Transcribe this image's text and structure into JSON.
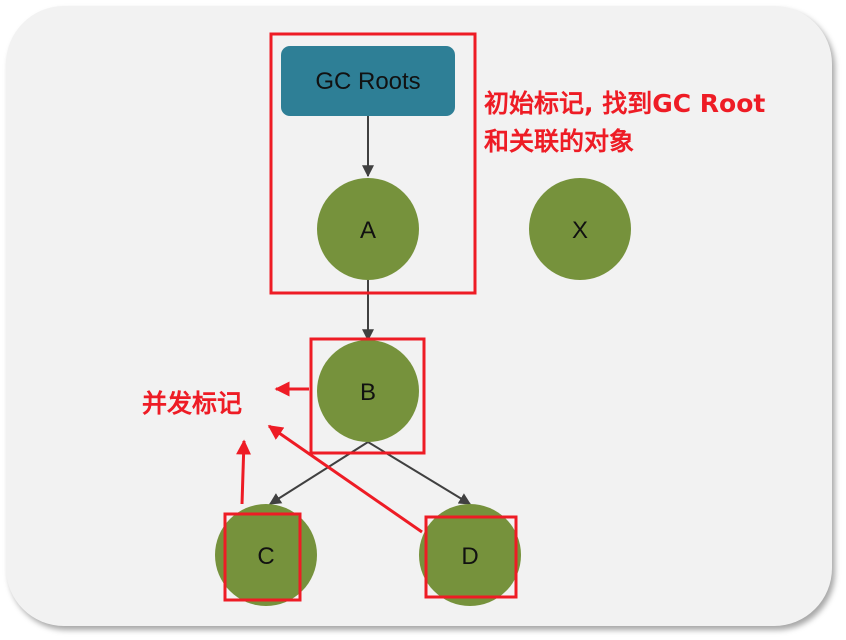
{
  "colors": {
    "panel": "#f2f2f2",
    "roots_box": "#2e7f96",
    "node_fill": "#76923c",
    "highlight": "#ee1c25",
    "edge": "#404040"
  },
  "roots": {
    "label": "GC Roots"
  },
  "nodes": {
    "a": "A",
    "b": "B",
    "c": "C",
    "d": "D",
    "x": "X"
  },
  "annotations": {
    "initial_mark_line1": "初始标记, 找到GC Root",
    "initial_mark_line2": "和关联的对象",
    "concurrent_mark": "并发标记"
  }
}
